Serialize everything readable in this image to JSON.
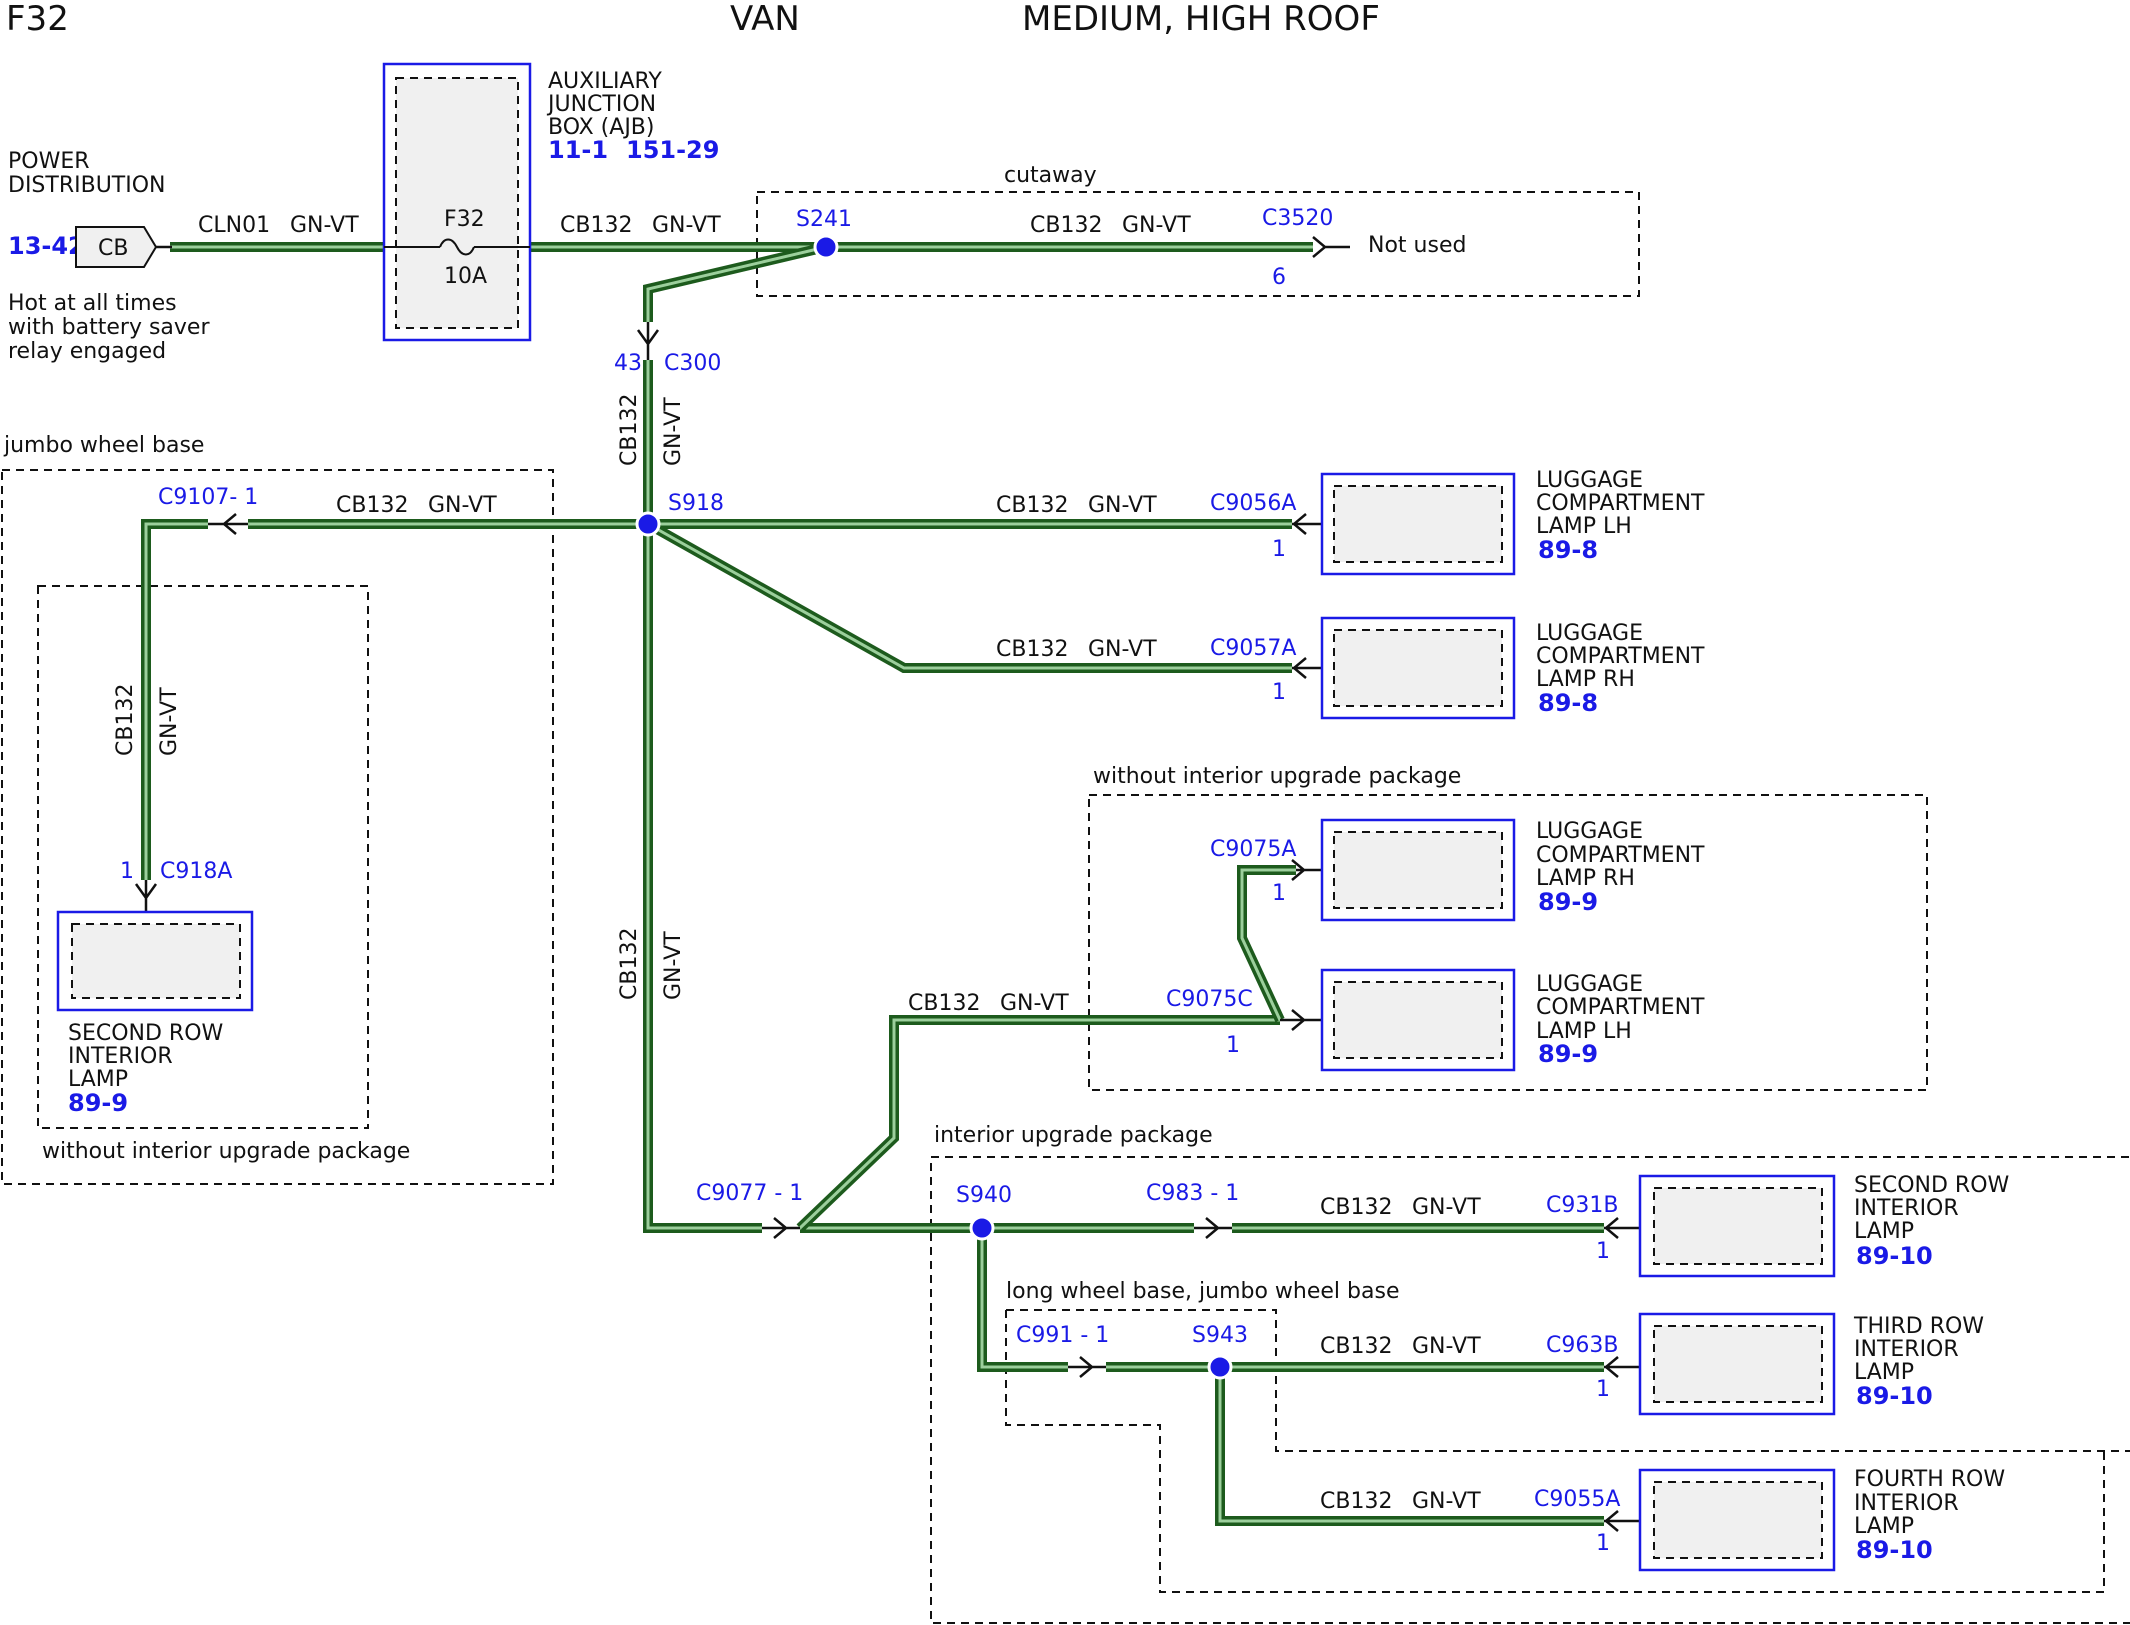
{
  "header": {
    "fuse": "F32",
    "body": "VAN",
    "roof": "MEDIUM, HIGH ROOF"
  },
  "power": {
    "line1": "POWER",
    "line2": "DISTRIBUTION",
    "ref": "13-42",
    "block": "CB",
    "note1": "Hot at all times",
    "note2": "with battery saver",
    "note3": "relay engaged"
  },
  "ajb": {
    "line1": "AUXILIARY",
    "line2": "JUNCTION",
    "line3": "BOX (AJB)",
    "ref1": "11-1",
    "ref2": "151-29",
    "fuse": "F32",
    "rating": "10A"
  },
  "wires": {
    "clnA": "CLN01",
    "clnB": "GN-VT",
    "c1A": "CB132",
    "c1B": "GN-VT",
    "c2A": "CB132",
    "c2B": "GN-VT",
    "c3A": "CB132",
    "c3B": "GN-VT",
    "c4A": "CB132",
    "c4B": "GN-VT",
    "c5A": "CB132",
    "c5B": "GN-VT",
    "c6A": "CB132",
    "c6B": "GN-VT",
    "c7A": "CB132",
    "c7B": "GN-VT",
    "c8A": "CB132",
    "c8B": "GN-VT",
    "c9A": "CB132",
    "c9B": "GN-VT",
    "c10A": "CB132",
    "c10B": "GN-VT",
    "c11A": "CB132",
    "c11B": "GN-VT",
    "c12A": "CB132",
    "c12B": "GN-VT"
  },
  "splices": {
    "s241": "S241",
    "s918": "S918",
    "s940": "S940",
    "s943": "S943"
  },
  "connectors": {
    "c3520": "C3520",
    "c3520pin": "6",
    "notused": "Not used",
    "c300": "C300",
    "c300pin": "43",
    "c9107": "C9107- 1",
    "c918a": "C918A",
    "c918apin": "1",
    "c9056a": "C9056A",
    "c9056apin": "1",
    "c9057a": "C9057A",
    "c9057apin": "1",
    "c9075a": "C9075A",
    "c9075apin": "1",
    "c9075c": "C9075C",
    "c9075cpin": "1",
    "c9077": "C9077 - 1",
    "c983": "C983 - 1",
    "c931b": "C931B",
    "c931bpin": "1",
    "c991": "C991 - 1",
    "c963b": "C963B",
    "c963bpin": "1",
    "c9055a": "C9055A",
    "c9055apin": "1"
  },
  "regions": {
    "cutaway": "cutaway",
    "jumbo": "jumbo wheel base",
    "withoutLeft": "without interior upgrade package",
    "withoutRight": "without interior upgrade package",
    "interior": "interior upgrade package",
    "longJumbo": "long wheel base, jumbo wheel base"
  },
  "components": [
    {
      "l1": "LUGGAGE",
      "l2": "COMPARTMENT",
      "l3": "LAMP LH",
      "ref": "89-8"
    },
    {
      "l1": "LUGGAGE",
      "l2": "COMPARTMENT",
      "l3": "LAMP RH",
      "ref": "89-8"
    },
    {
      "l1": "LUGGAGE",
      "l2": "COMPARTMENT",
      "l3": "LAMP RH",
      "ref": "89-9"
    },
    {
      "l1": "LUGGAGE",
      "l2": "COMPARTMENT",
      "l3": "LAMP LH",
      "ref": "89-9"
    },
    {
      "l1": "SECOND ROW",
      "l2": "INTERIOR",
      "l3": "LAMP",
      "ref": "89-10"
    },
    {
      "l1": "THIRD ROW",
      "l2": "INTERIOR",
      "l3": "LAMP",
      "ref": "89-10"
    },
    {
      "l1": "FOURTH ROW",
      "l2": "INTERIOR",
      "l3": "LAMP",
      "ref": "89-10"
    },
    {
      "l1": "SECOND ROW",
      "l2": "INTERIOR",
      "l3": "LAMP",
      "ref": "89-9"
    }
  ]
}
